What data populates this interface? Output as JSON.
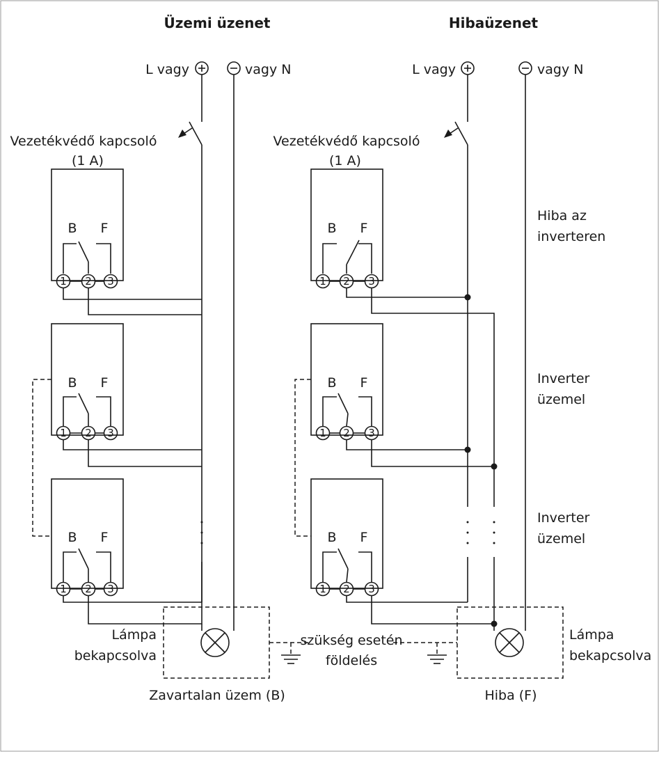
{
  "left_panel": {
    "title": "Üzemi üzenet",
    "l_label": "L vagy",
    "n_label": "vagy N",
    "breaker_label": "Vezetékvédő kapcsoló",
    "breaker_rating": "(1 A)",
    "lamp_label_line1": "Lámpa",
    "lamp_label_line2": "bekapcsolva",
    "caption": "Zavartalan üzem (B)"
  },
  "right_panel": {
    "title": "Hibaüzenet",
    "l_label": "L vagy",
    "n_label": "vagy N",
    "breaker_label": "Vezetékvédő kapcsoló",
    "breaker_rating": "(1 A)",
    "status_1_line1": "Hiba az",
    "status_1_line2": "inverteren",
    "status_2_line1": "Inverter",
    "status_2_line2": "üzemel",
    "status_3_line1": "Inverter",
    "status_3_line2": "üzemel",
    "lamp_label_line1": "Lámpa",
    "lamp_label_line2": "bekapcsolva",
    "caption": "Hiba (F)"
  },
  "grounding": {
    "line1": "szükség esetén",
    "line2": "földelés"
  },
  "relay": {
    "contact_b": "B",
    "contact_f": "F",
    "terminal_1": "1",
    "terminal_2": "2",
    "terminal_3": "3"
  },
  "symbols": {
    "plus": "+",
    "minus": "−"
  }
}
